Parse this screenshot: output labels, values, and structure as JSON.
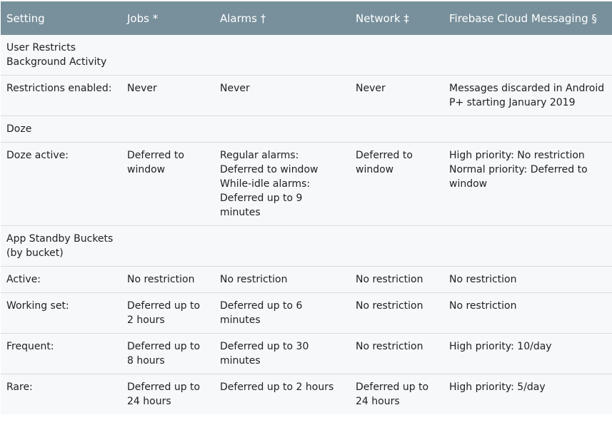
{
  "table": {
    "headers": [
      "Setting",
      "Jobs *",
      "Alarms †",
      "Network ‡",
      "Firebase Cloud Messaging §"
    ],
    "rows": [
      [
        "User Restricts Background Activity",
        "",
        "",
        "",
        ""
      ],
      [
        "Restrictions enabled:",
        "Never",
        "Never",
        "Never",
        "Messages discarded in Android P+ starting January 2019"
      ],
      [
        "Doze",
        "",
        "",
        "",
        ""
      ],
      [
        "Doze active:",
        "Deferred to window",
        "Regular alarms:\nDeferred to window\nWhile-idle alarms:\nDeferred up to 9 minutes",
        "Deferred to window",
        "High priority: No restriction\nNormal priority: Deferred to window"
      ],
      [
        "App Standby Buckets (by bucket)",
        "",
        "",
        "",
        ""
      ],
      [
        "Active:",
        "No restriction",
        "No restriction",
        "No restriction",
        "No restriction"
      ],
      [
        "Working set:",
        "Deferred up to 2 hours",
        "Deferred up to 6 minutes",
        "No restriction",
        "No restriction"
      ],
      [
        "Frequent:",
        "Deferred up to 8 hours",
        "Deferred up to 30 minutes",
        "No restriction",
        "High priority: 10/day"
      ],
      [
        "Rare:",
        "Deferred up to 24 hours",
        "Deferred up to 2 hours",
        "Deferred up to 24 hours",
        "High priority: 5/day"
      ]
    ]
  }
}
